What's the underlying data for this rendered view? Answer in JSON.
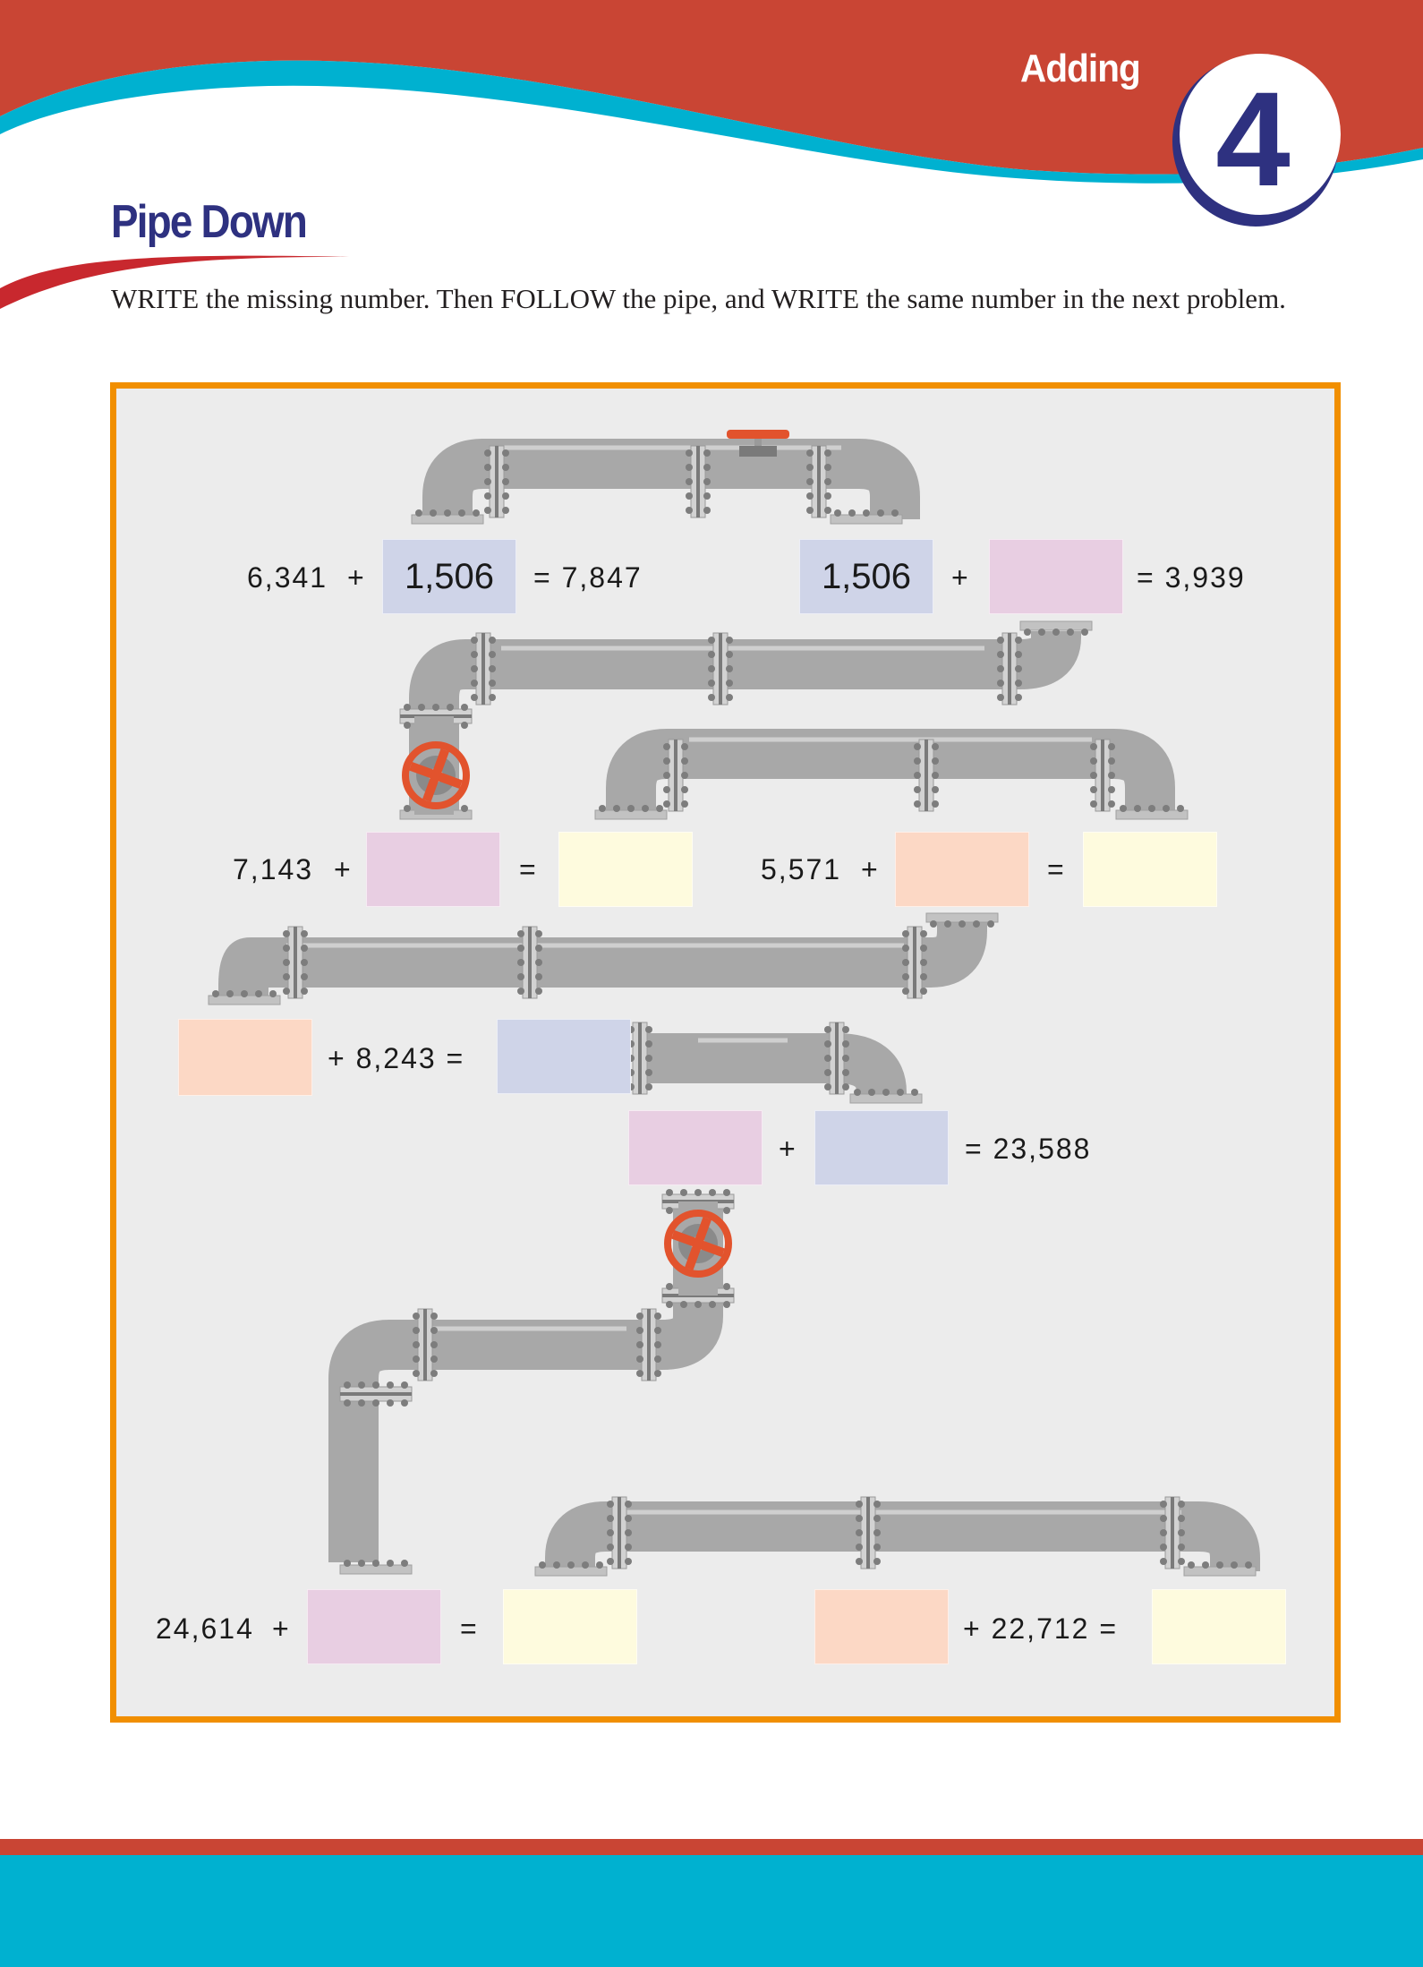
{
  "header": {
    "section_label": "Adding",
    "section_number": "4",
    "colors": {
      "red": "#c94534",
      "teal": "#00b1d0",
      "navy": "#2e3180"
    }
  },
  "page": {
    "title": "Pipe Down",
    "instructions": "WRITE the missing number. Then FOLLOW the pipe, and WRITE the same number in the next problem."
  },
  "frame": {
    "border_color": "#f18f01",
    "background": "#ececec"
  },
  "box_colors": {
    "blue": "#cfd4e8",
    "pink": "#e8cee2",
    "yellow": "#fefbde",
    "peach": "#fcd8c5"
  },
  "problems": [
    {
      "id": 1,
      "addend1": "6,341",
      "plus": "+",
      "addend2": "1,506",
      "equals": "=",
      "sum": "7,847",
      "blank": "addend2 (filled example)"
    },
    {
      "id": 2,
      "addend1": "1,506",
      "plus": "+",
      "addend2": "",
      "equals": "=",
      "sum": "3,939"
    },
    {
      "id": 3,
      "addend1": "7,143",
      "plus": "+",
      "addend2": "",
      "equals": "=",
      "sum": ""
    },
    {
      "id": 4,
      "addend1": "5,571",
      "plus": "+",
      "addend2": "",
      "equals": "=",
      "sum": ""
    },
    {
      "id": 5,
      "addend1": "",
      "plus": "+",
      "addend2": "8,243",
      "equals": "=",
      "sum": ""
    },
    {
      "id": 6,
      "addend1": "",
      "plus": "+",
      "addend2": "",
      "equals": "=",
      "sum": "23,588"
    },
    {
      "id": 7,
      "addend1": "24,614",
      "plus": "+",
      "addend2": "",
      "equals": "=",
      "sum": ""
    },
    {
      "id": 8,
      "addend1": "",
      "plus": "+",
      "addend2": "22,712",
      "equals": "=",
      "sum": ""
    }
  ],
  "decor": {
    "pipe_color": "#a8a8a8",
    "valve_color": "#e2532d",
    "icons": [
      "pipe-icon",
      "valve-wheel-icon",
      "valve-handle-icon"
    ]
  }
}
